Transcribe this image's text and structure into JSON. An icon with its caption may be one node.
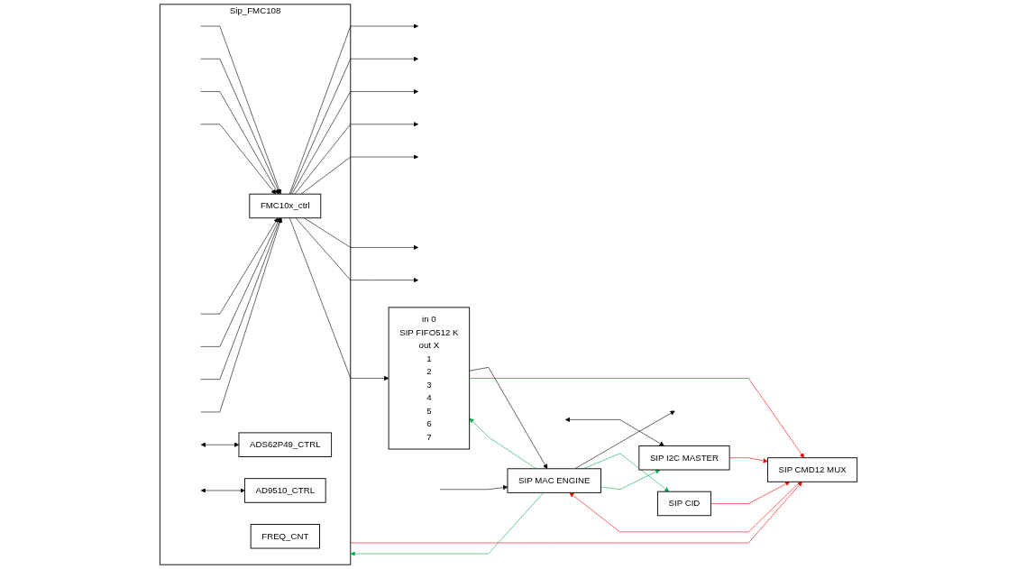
{
  "diagram": {
    "nodes": [
      {
        "text": [
          "Sip_FMC108"
        ]
      },
      {
        "text": [
          "FMC10x_ctrl"
        ],
        "in": 0
      },
      {
        "text": [
          "ADS62P49_CTRL"
        ],
        "in": 0
      },
      {
        "text": [
          "AD9510_CTRL"
        ],
        "in": 0
      },
      {
        "text": [
          "FREQ_CNT"
        ],
        "in": 0
      },
      {
        "text": [
          "in 0",
          "SIP FIFO512 K",
          "out X",
          "1",
          "2",
          "3",
          "4",
          "5",
          "6",
          "7"
        ]
      },
      {
        "text": [
          "SIP MAC ENGINE"
        ]
      },
      {
        "text": [
          "SIP CID"
        ]
      },
      {
        "text": [
          "SIP I2C MASTER"
        ]
      },
      {
        "text": [
          "SIP CMD12 MUX"
        ]
      }
    ],
    "edges": [
      {
        "from": null,
        "to": 1,
        "arrow": "to"
      },
      {
        "from": null,
        "to": 1,
        "arrow": "to"
      },
      {
        "from": null,
        "to": 1,
        "arrow": "to"
      },
      {
        "from": null,
        "to": 1,
        "arrow": "to"
      },
      {
        "from": null,
        "to": 1,
        "arrow": "to"
      },
      {
        "from": null,
        "to": 1,
        "arrow": "to"
      },
      {
        "from": null,
        "to": 1,
        "arrow": "to"
      },
      {
        "from": null,
        "to": 1,
        "arrow": "to"
      },
      {
        "from": 1,
        "to": null,
        "arrow": "to"
      },
      {
        "from": 1,
        "to": null,
        "arrow": "to"
      },
      {
        "from": 1,
        "to": null,
        "arrow": "to"
      },
      {
        "from": 1,
        "to": null,
        "arrow": "to"
      },
      {
        "from": 1,
        "to": null,
        "arrow": "to"
      },
      {
        "from": 1,
        "to": null,
        "arrow": "to"
      },
      {
        "from": 1,
        "to": null,
        "arrow": "to"
      },
      {
        "from": 1,
        "to": 5,
        "arrow": "to"
      },
      {
        "from": null,
        "to": 2,
        "arrow": "both"
      },
      {
        "from": null,
        "to": 3,
        "arrow": "both"
      },
      {
        "from": 5,
        "to": 6,
        "arrow": "to"
      },
      {
        "from": 6,
        "to": null,
        "arrow": "to"
      },
      {
        "from": null,
        "to": 6,
        "arrow": "to"
      },
      {
        "from": 6,
        "to": 0,
        "arrow": "to",
        "color": "#00b050"
      },
      {
        "from": 6,
        "to": 5,
        "arrow": "to",
        "color": "#00b050"
      },
      {
        "from": 6,
        "to": 7,
        "arrow": "to",
        "color": "#00b050"
      },
      {
        "from": 6,
        "to": 8,
        "arrow": "to",
        "color": "#00b050"
      },
      {
        "from": 0,
        "to": 9,
        "arrow": "to",
        "color": "#ff0000"
      },
      {
        "from": 8,
        "to": 9,
        "arrow": "to",
        "color": "#ff0000"
      },
      {
        "from": 7,
        "to": 9,
        "arrow": "to",
        "color": "#ff0000"
      },
      {
        "from": 5,
        "to": 9,
        "arrow": "to",
        "color": "#ff0000"
      },
      {
        "from": 9,
        "to": 6,
        "arrow": "to",
        "color": "#ff0000"
      },
      {
        "from": null,
        "to": 8,
        "arrow": "both"
      }
    ]
  }
}
